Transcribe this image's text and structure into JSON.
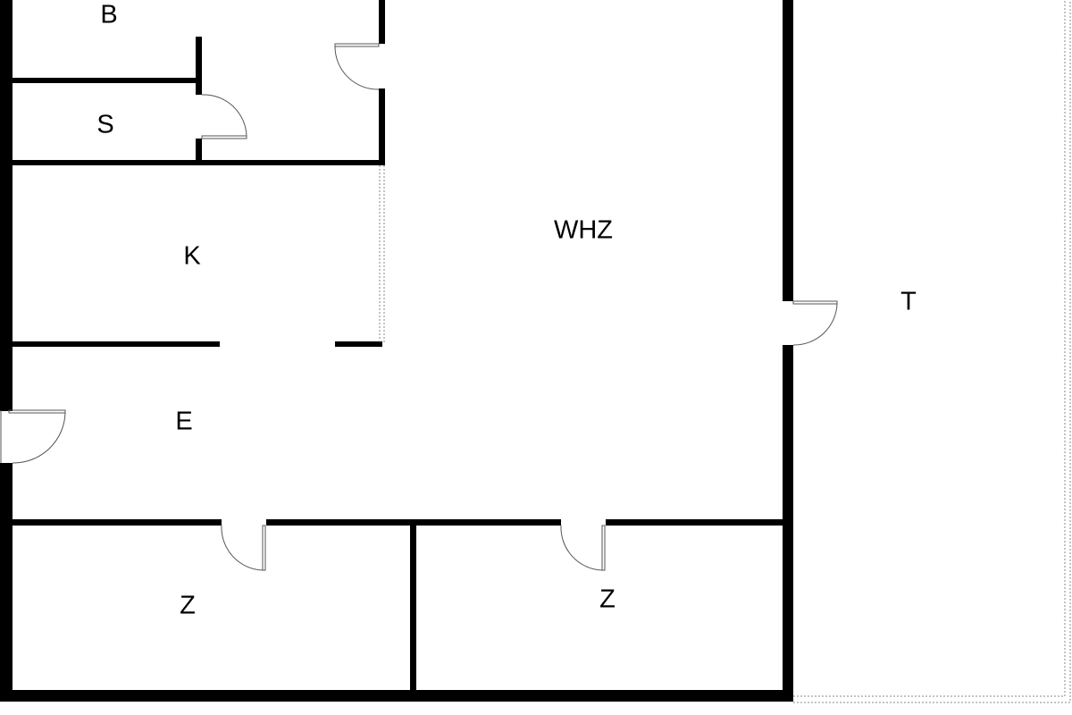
{
  "rooms": {
    "bath": "B",
    "storage": "S",
    "kitchen": "K",
    "living": "WHZ",
    "terrace": "T",
    "entrance": "E",
    "room_left": "Z",
    "room_right": "Z"
  },
  "colors": {
    "wall": "#000000",
    "door": "#555555",
    "dotted": "#888888",
    "background": "#ffffff"
  }
}
